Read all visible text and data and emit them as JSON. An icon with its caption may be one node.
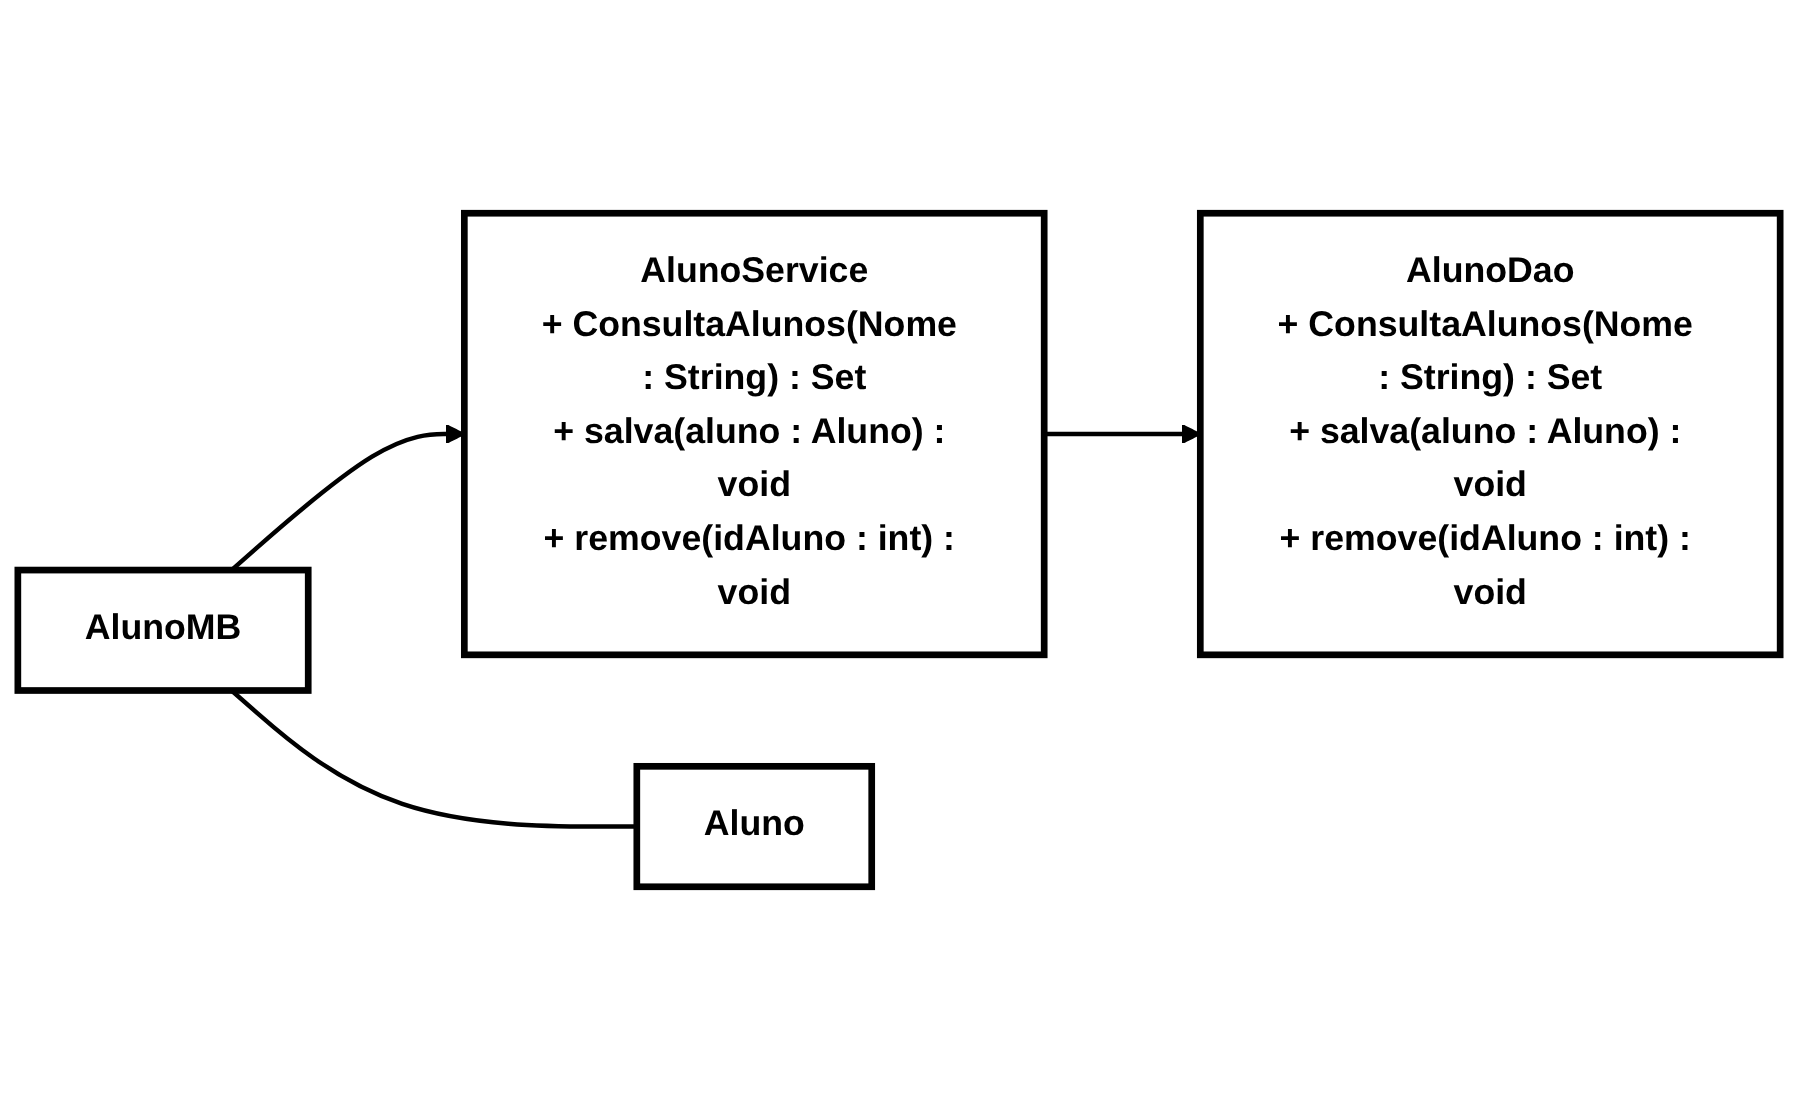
{
  "diagram": {
    "nodes": [
      {
        "text": [
          "AlunoMB"
        ]
      },
      {
        "text": [
          "AlunoService",
          "+ ConsultaAlunos(Nome : String) : Set",
          "+ salva(aluno : Aluno) : void",
          "+ remove(idAluno : int) : void"
        ]
      },
      {
        "text": [
          "Aluno"
        ]
      },
      {
        "text": [
          "AlunoDao",
          "+ ConsultaAlunos(Nome : String) : Set",
          "+ salva(aluno : Aluno) : void",
          "+ remove(idAluno : int) : void"
        ]
      }
    ],
    "edges": [
      {
        "from": 0,
        "to": 1,
        "arrow": "to"
      },
      {
        "from": 0,
        "to": 2,
        "arrow": "none"
      },
      {
        "from": 1,
        "to": 3,
        "arrow": "to"
      }
    ]
  }
}
